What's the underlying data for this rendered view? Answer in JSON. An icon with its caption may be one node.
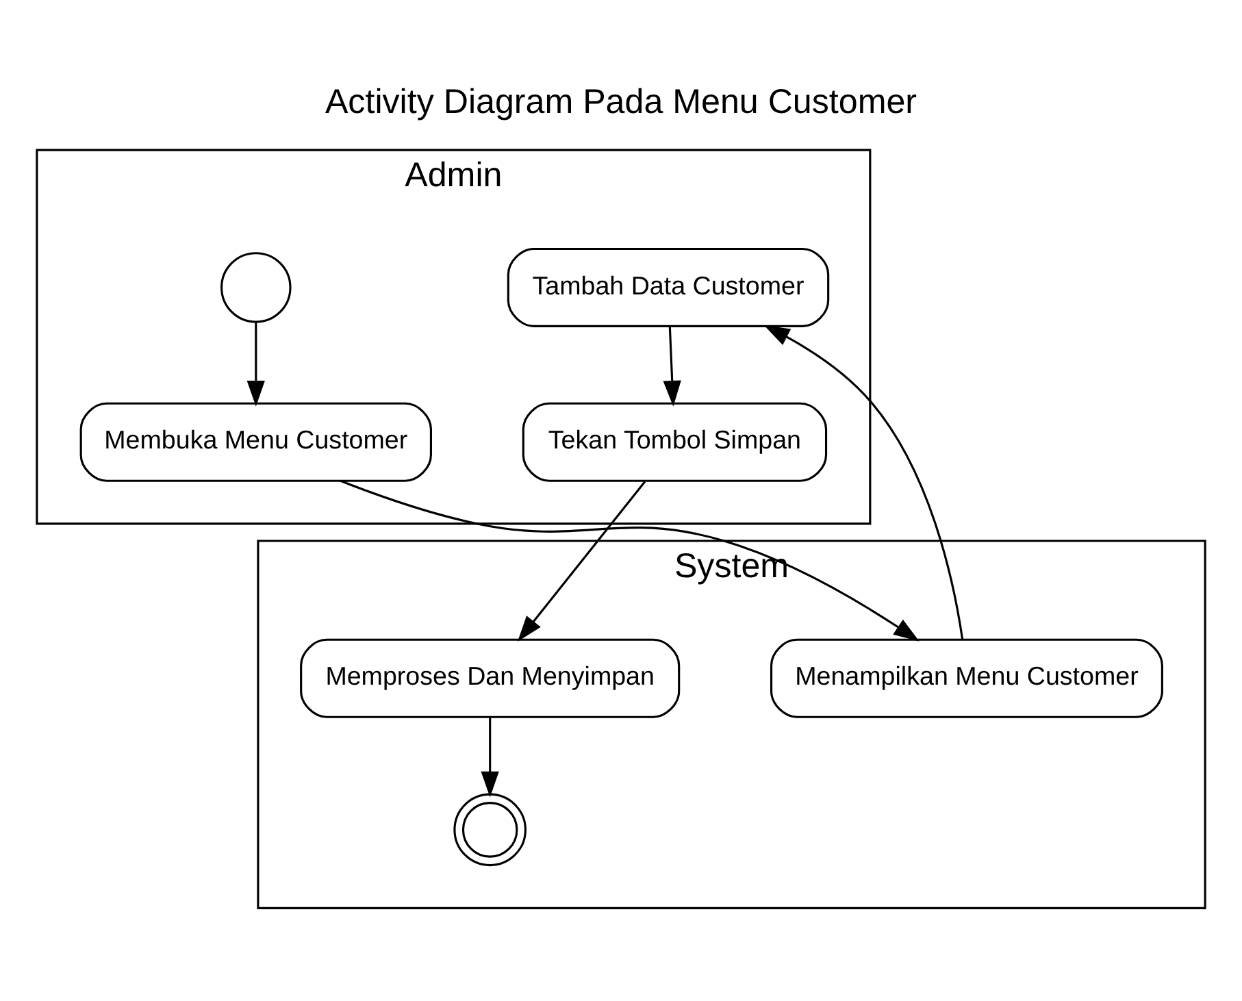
{
  "diagram": {
    "title": "Activity Diagram Pada Menu Customer",
    "nodes": [
      {
        "text": [
          "Admin"
        ]
      },
      {
        "text": [
          "System"
        ]
      },
      {
        "text": [],
        "shape": "circle",
        "in": 0
      },
      {
        "text": [
          "Membuka Menu Customer"
        ],
        "in": 0
      },
      {
        "text": [
          "Menampilkan Menu Customer"
        ],
        "in": 1
      },
      {
        "text": [
          "Tambah Data Customer"
        ],
        "in": 0
      },
      {
        "text": [
          "Tekan Tombol Simpan"
        ],
        "in": 0
      },
      {
        "text": [
          "Memproses Dan Menyimpan"
        ],
        "in": 1
      },
      {
        "text": [],
        "shape": "doublecircle",
        "in": 1
      }
    ],
    "edges": [
      {
        "from": 2,
        "to": 3,
        "arrow": "to"
      },
      {
        "from": 3,
        "to": 4,
        "arrow": "to"
      },
      {
        "from": 4,
        "to": 5,
        "arrow": "to"
      },
      {
        "from": 5,
        "to": 6,
        "arrow": "to"
      },
      {
        "from": 6,
        "to": 7,
        "arrow": "to"
      },
      {
        "from": 7,
        "to": 8,
        "arrow": "to"
      }
    ]
  }
}
